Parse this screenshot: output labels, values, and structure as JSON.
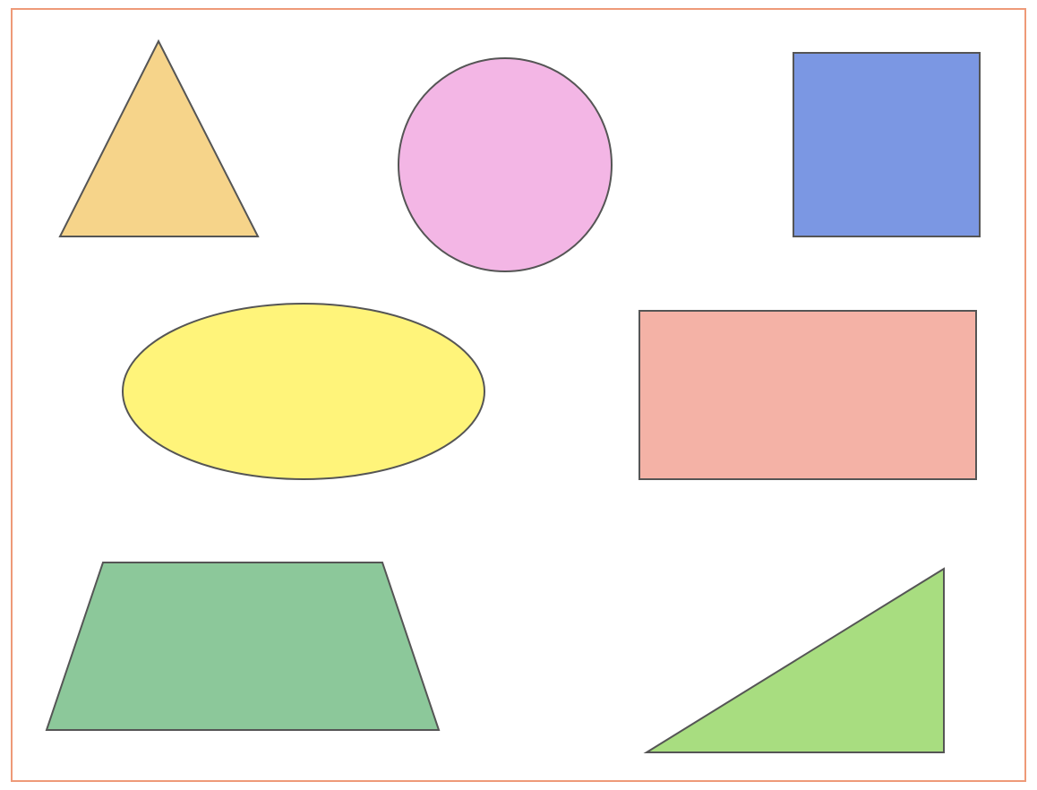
{
  "frame": {
    "border_color": "#ee9a78"
  },
  "shapes": [
    {
      "name": "equilateral-triangle",
      "kind": "triangle",
      "fill": "#f6d48a"
    },
    {
      "name": "circle",
      "kind": "circle",
      "fill": "#f3b6e5"
    },
    {
      "name": "square",
      "kind": "square",
      "fill": "#7b97e3"
    },
    {
      "name": "ellipse",
      "kind": "ellipse",
      "fill": "#fff47a"
    },
    {
      "name": "rectangle",
      "kind": "rectangle",
      "fill": "#f4b2a6"
    },
    {
      "name": "trapezoid",
      "kind": "trapezoid",
      "fill": "#8cc89a"
    },
    {
      "name": "right-triangle",
      "kind": "right-triangle",
      "fill": "#a8dd80"
    }
  ],
  "stroke_color": "#555555"
}
